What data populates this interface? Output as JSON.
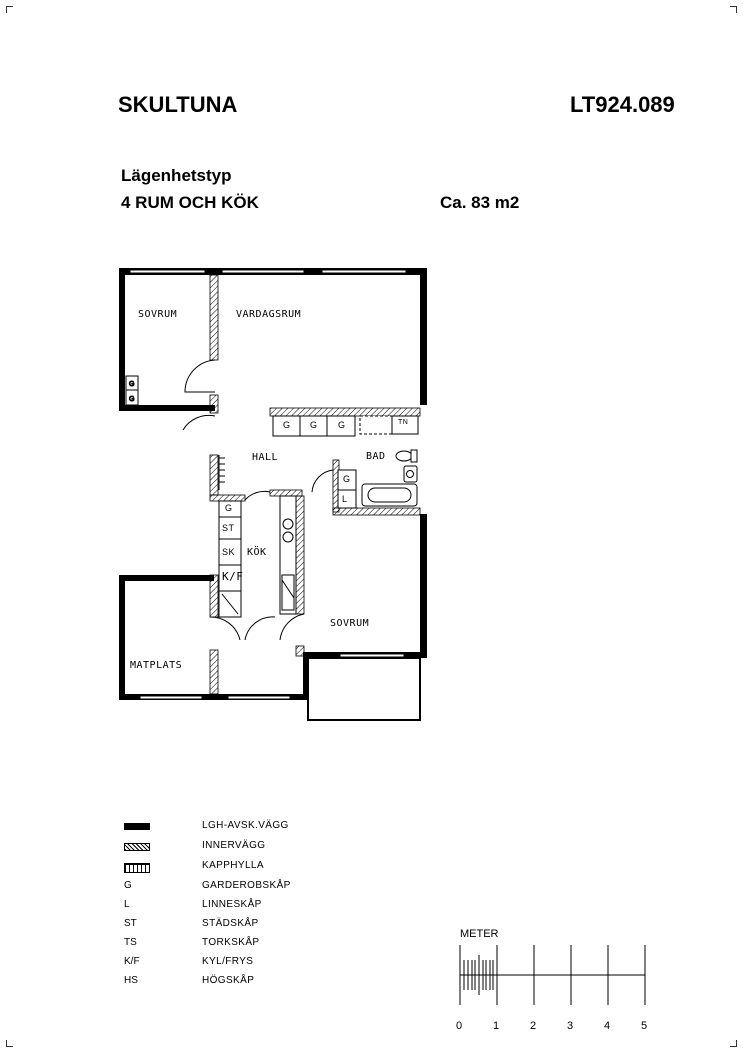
{
  "header": {
    "location": "SKULTUNA",
    "reference": "LT924.089",
    "type_label": "Lägenhetstyp",
    "apartment_type": "4 RUM OCH KÖK",
    "area": "Ca. 83 m2"
  },
  "rooms": {
    "bedroom_1": "SOVRUM",
    "living_room": "VARDAGSRUM",
    "hall": "HALL",
    "bathroom": "BAD",
    "kitchen": "KÖK",
    "bedroom_2": "SOVRUM",
    "dining": "MATPLATS"
  },
  "fixtures": {
    "g": "G",
    "st": "ST",
    "sk": "SK",
    "kf": "K/F",
    "l": "L",
    "tn": "TN"
  },
  "legend": [
    {
      "symbol": "solid-wall",
      "abbr": "",
      "name": "LGH-AVSK.VÄGG"
    },
    {
      "symbol": "hatched-wall",
      "abbr": "",
      "name": "INNERVÄGG"
    },
    {
      "symbol": "shelf",
      "abbr": "",
      "name": "KAPPHYLLA"
    },
    {
      "symbol": "",
      "abbr": "G",
      "name": "GARDEROBSKÅP"
    },
    {
      "symbol": "",
      "abbr": "L",
      "name": "LINNESKÅP"
    },
    {
      "symbol": "",
      "abbr": "ST",
      "name": "STÄDSKÅP"
    },
    {
      "symbol": "",
      "abbr": "TS",
      "name": "TORKSKÅP"
    },
    {
      "symbol": "",
      "abbr": "K/F",
      "name": "KYL/FRYS"
    },
    {
      "symbol": "",
      "abbr": "HS",
      "name": "HÖGSKÅP"
    }
  ],
  "scale": {
    "label": "METER",
    "ticks": [
      "0",
      "1",
      "2",
      "3",
      "4",
      "5"
    ]
  }
}
